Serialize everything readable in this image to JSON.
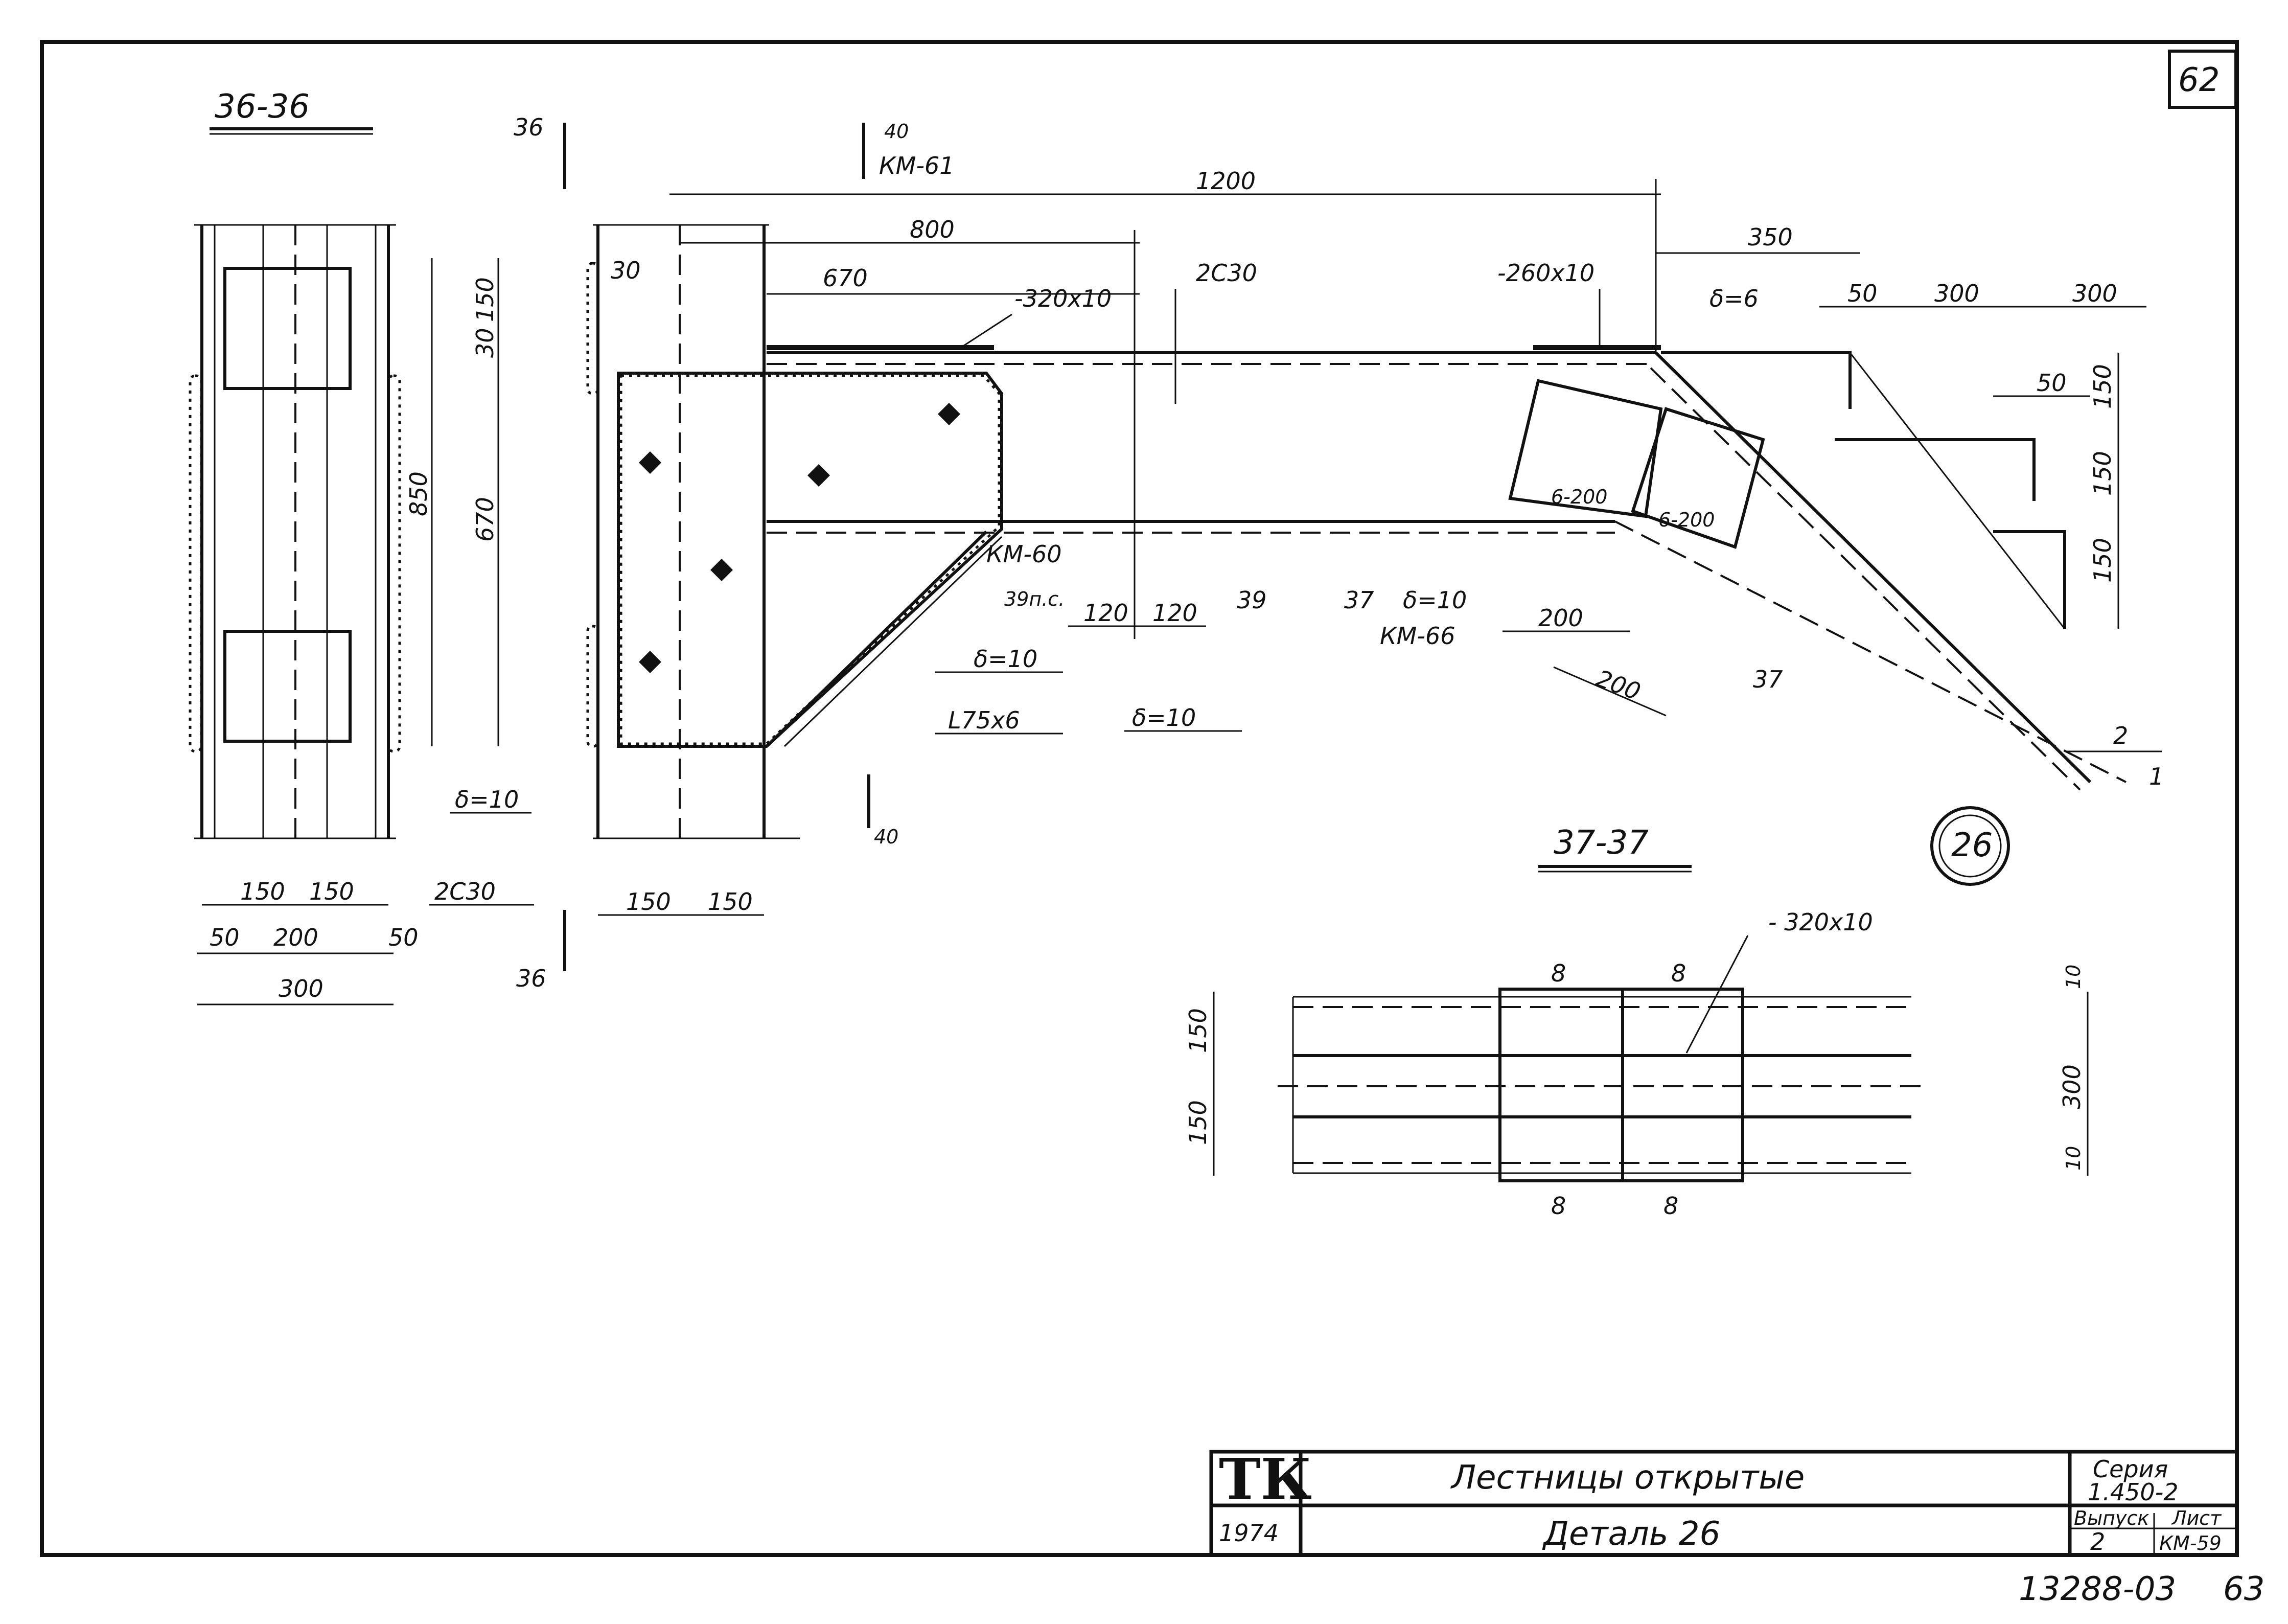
{
  "sheet": {
    "page_number": "62"
  },
  "sections": {
    "s36": "36-36",
    "s37": "37-37",
    "detail_circle": "26"
  },
  "dims": {
    "d1200": "1200",
    "d800": "800",
    "d670_top": "670",
    "d350": "350",
    "d50a": "50",
    "d300a": "300",
    "d300b": "300",
    "d50b": "50",
    "d150a": "150",
    "d150b": "150",
    "d150c": "150",
    "d30a": "30",
    "d30b": "30",
    "d150v": "150",
    "d850": "850",
    "d670v": "670",
    "d120a": "120",
    "d120b": "120",
    "d200a": "200",
    "d200b": "200",
    "b150a": "150",
    "b150b": "150",
    "b50a": "50",
    "b200": "200",
    "b50b": "50",
    "b300": "300",
    "m150a": "150",
    "m150b": "150",
    "e8a": "8",
    "e8b": "8",
    "e8c": "8",
    "e8d": "8",
    "e150a": "150",
    "e150b": "150",
    "e10a": "10",
    "e300": "300",
    "e10b": "10"
  },
  "labels": {
    "cut36_top": "36",
    "cut36_bot": "36",
    "cut40_top": "40",
    "km61": "КМ-61",
    "plate320": "-320х10",
    "channel2c30": "2С30",
    "plate260": "-260х10",
    "delta6": "δ=6",
    "km60": "КМ-60",
    "p39pc": "39п.с.",
    "delta10a": "δ=10",
    "angle75": "L75х6",
    "delta10b": "δ=10",
    "cut39": "39",
    "cut37a": "37",
    "delta10c": "δ=10",
    "km66": "КМ-66",
    "b6_200a": "6-200",
    "b6_200b": "6-200",
    "cut37b": "37",
    "slope2": "2",
    "slope1": "1",
    "cut40_bot": "40",
    "delta10d": "δ=10",
    "channel2c30b": "2С30",
    "plate320b": "- 320х10"
  },
  "title_block": {
    "logo": "ТК",
    "title": "Лестницы открытые",
    "year": "1974",
    "subtitle": "Деталь 26",
    "series_label": "Серия",
    "series_value": "1.450-2",
    "issue_label": "Выпуск",
    "issue_value": "2",
    "sheet_label": "Лист",
    "sheet_value": "КМ-59"
  },
  "footer": {
    "archive_number": "13288-03",
    "page_number": "63"
  }
}
